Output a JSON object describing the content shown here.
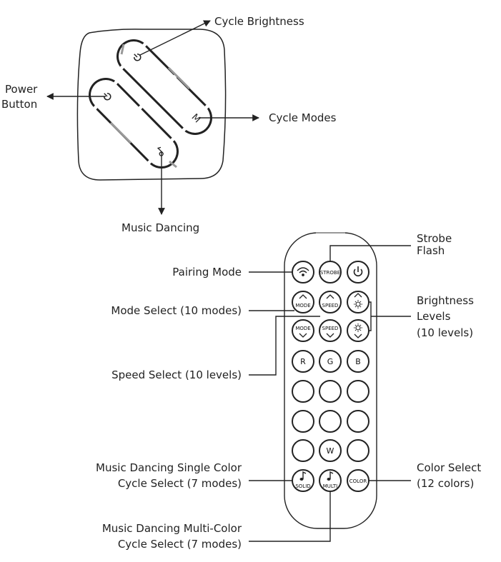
{
  "controller_labels": {
    "cycle_brightness": "Cycle Brightness",
    "power_button": [
      "Power",
      "Button"
    ],
    "cycle_modes": "Cycle Modes",
    "music_dancing": "Music Dancing",
    "mode_letter": "M"
  },
  "remote_labels": {
    "strobe_flash": [
      "Strobe",
      "Flash"
    ],
    "pairing_mode": "Pairing Mode",
    "mode_select": "Mode Select (10 modes)",
    "brightness_levels": [
      "Brightness",
      "Levels",
      "(10 levels)"
    ],
    "speed_select": "Speed Select (10 levels)",
    "music_single": [
      "Music Dancing Single Color",
      "Cycle Select (7 modes)"
    ],
    "color_select": [
      "Color Select",
      "(12 colors)"
    ],
    "music_multi": [
      "Music Dancing Multi-Color",
      "Cycle Select (7 modes)"
    ]
  },
  "remote_buttons": {
    "strobe": "STROBE",
    "mode": "MODE",
    "speed": "SPEED",
    "red": "R",
    "green": "G",
    "blue": "B",
    "white": "W",
    "solid": "SOLID",
    "multi": "MULTI",
    "color": "COLOR"
  }
}
